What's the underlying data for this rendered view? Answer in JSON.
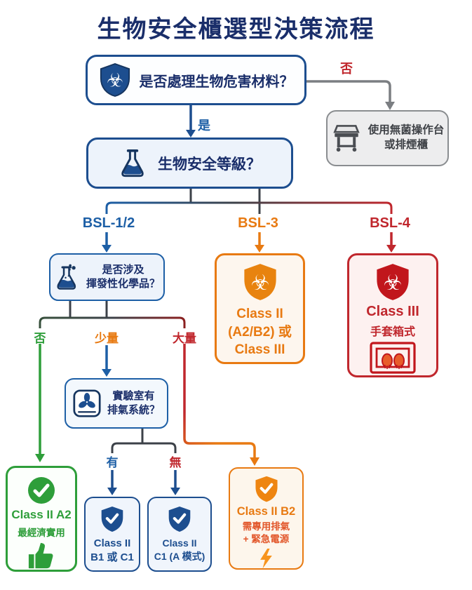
{
  "title": "生物安全櫃選型決策流程",
  "nodes": {
    "q_biohazard": {
      "icon": "shield-biohazard",
      "label": "是否處理生物危害材料？"
    },
    "alt_cabinet": {
      "icon": "clean-bench",
      "line1": "使用無菌操作台",
      "line2": "或排煙櫃"
    },
    "q_bsl": {
      "icon": "flask",
      "label": "生物安全等級？"
    },
    "q_volatile": {
      "icon": "flask-bubbles",
      "line1": "是否涉及",
      "line2": "揮發性化學品？"
    },
    "q_exhaust": {
      "icon": "exhaust-fan",
      "line1": "實驗室有",
      "line2": "排氣系統？"
    },
    "result_bsl3": {
      "icon": "shield-biohazard",
      "line1": "Class II",
      "line2": "(A2/B2) 或",
      "line3": "Class III"
    },
    "result_bsl4": {
      "icon": "shield-biohazard",
      "icon2": "glove-box",
      "title": "Class III",
      "subtitle": "手套箱式"
    },
    "result_a2": {
      "icon": "check-circle",
      "icon2": "thumbs-up",
      "title": "Class II A2",
      "subtitle": "最經濟實用"
    },
    "result_b1c1": {
      "icon": "shield-check",
      "line1": "Class II",
      "line2": "B1 或 C1"
    },
    "result_c1a": {
      "icon": "shield-check",
      "line1": "Class II",
      "line2": "C1 (A 模式)"
    },
    "result_b2": {
      "icon": "shield-check",
      "icon2": "lightning-bolt",
      "title": "Class II B2",
      "line1": "需專用排氣",
      "line2": "+ 緊急電源"
    }
  },
  "edges": {
    "no_top": "否",
    "yes": "是",
    "bsl12": "BSL-1/2",
    "bsl3": "BSL-3",
    "bsl4": "BSL-4",
    "no_volatile": "否",
    "small_amount": "少量",
    "large_amount": "大量",
    "has_exhaust": "有",
    "no_exhaust": "無"
  },
  "icons": {
    "biohazard_glyph": "☣"
  },
  "colors": {
    "navy_text": "#1a2e6a",
    "blue": "#1d5fa6",
    "orange": "#e87a12",
    "orange_red": "#e2572b",
    "red": "#c0272d",
    "green": "#2e9e3a",
    "gray_line": "#7b7e82",
    "dark_line": "#3c4148"
  }
}
